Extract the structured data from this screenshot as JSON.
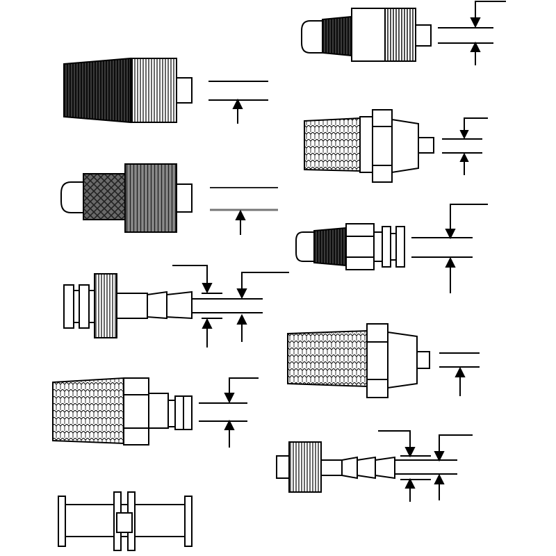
{
  "diagram": {
    "background": "#ffffff",
    "stroke_color": "#000000",
    "fill_dark": "#3a3a3a",
    "fill_mid": "#5a5a5a",
    "fittings": [
      {
        "id": "male-luer-npt-tapered"
      },
      {
        "id": "female-luer-knurled-hex"
      },
      {
        "id": "male-luer-npt-light"
      },
      {
        "id": "male-luer-hose-barb"
      },
      {
        "id": "male-luer-hex-bulkhead"
      },
      {
        "id": "female-luer-hose-barb"
      },
      {
        "id": "male-luer-npt-hex"
      },
      {
        "id": "male-luer-hose-barb-flats"
      },
      {
        "id": "female-luer-npt-hex"
      },
      {
        "id": "male-luer-npt-hex-lower"
      },
      {
        "id": "panel-mount-coupler"
      }
    ]
  }
}
